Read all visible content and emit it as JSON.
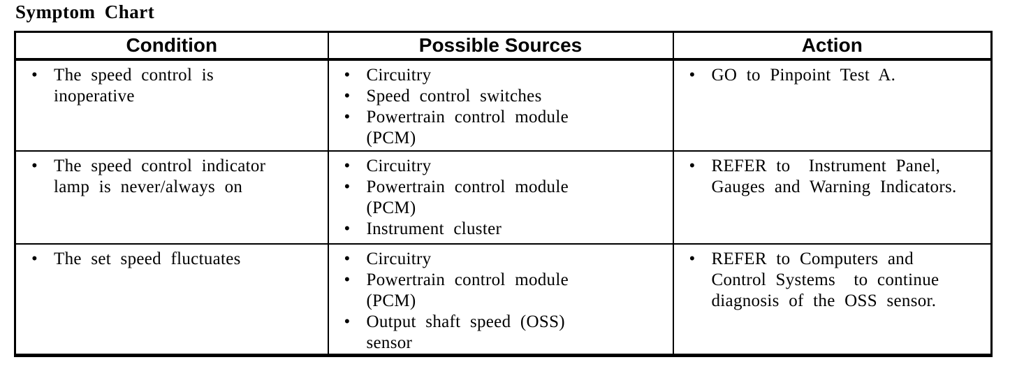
{
  "page": {
    "title": "Symptom Chart"
  },
  "glyphs": {
    "bullet": "•"
  },
  "table": {
    "headers": [
      "Condition",
      "Possible Sources",
      "Action"
    ],
    "rows": [
      {
        "condition": [
          "The speed control is\ninoperative"
        ],
        "sources": [
          "Circuitry",
          "Speed control switches",
          "Powertrain control module\n(PCM)"
        ],
        "action": [
          "GO to Pinpoint Test A."
        ]
      },
      {
        "condition": [
          "The speed control indicator\nlamp is never/always on"
        ],
        "sources": [
          "Circuitry",
          "Powertrain control module\n(PCM)",
          "Instrument cluster"
        ],
        "action": [
          "REFER to  Instrument Panel,\nGauges and Warning Indicators."
        ]
      },
      {
        "condition": [
          "The set speed fluctuates"
        ],
        "sources": [
          "Circuitry",
          "Powertrain control module\n(PCM)",
          "Output shaft speed (OSS)\nsensor"
        ],
        "action": [
          "REFER to Computers and\nControl Systems  to continue\ndiagnosis of the OSS sensor."
        ]
      }
    ]
  }
}
